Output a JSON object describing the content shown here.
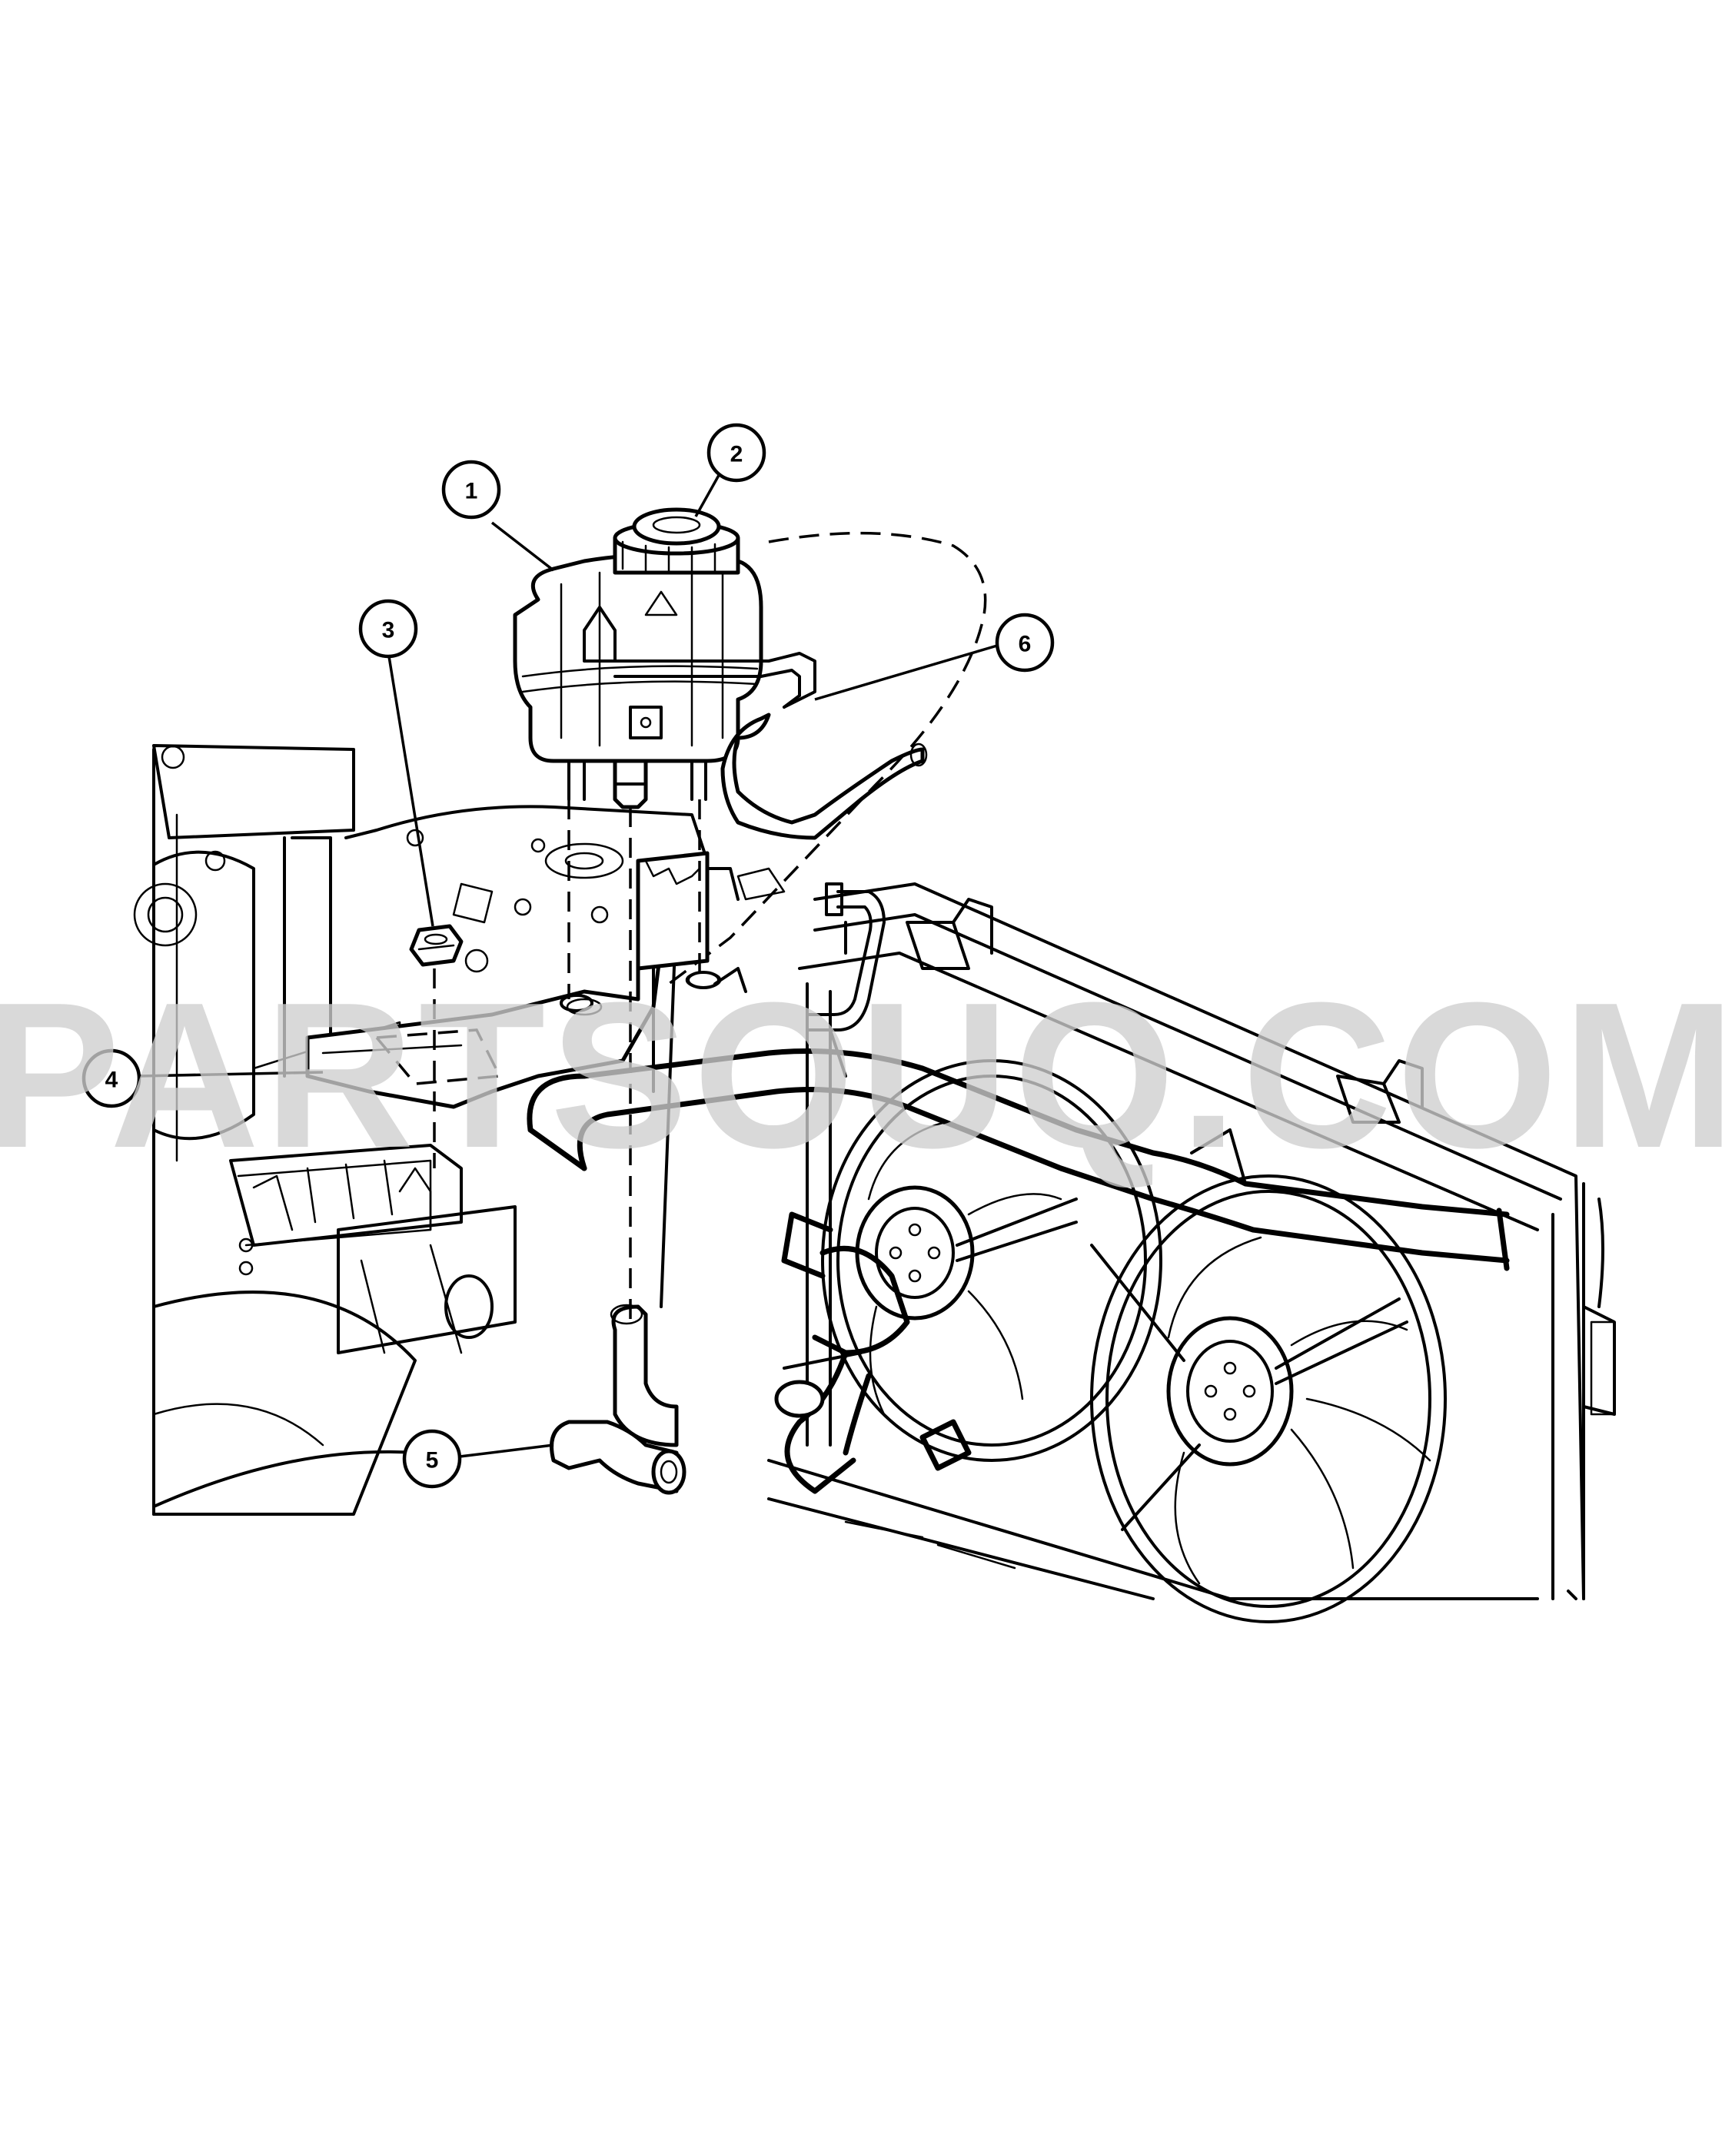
{
  "watermark": "PARTSOUQ.COM",
  "callouts": [
    {
      "label": "1"
    },
    {
      "label": "2"
    },
    {
      "label": "3"
    },
    {
      "label": "4"
    },
    {
      "label": "5"
    },
    {
      "label": "6"
    }
  ]
}
